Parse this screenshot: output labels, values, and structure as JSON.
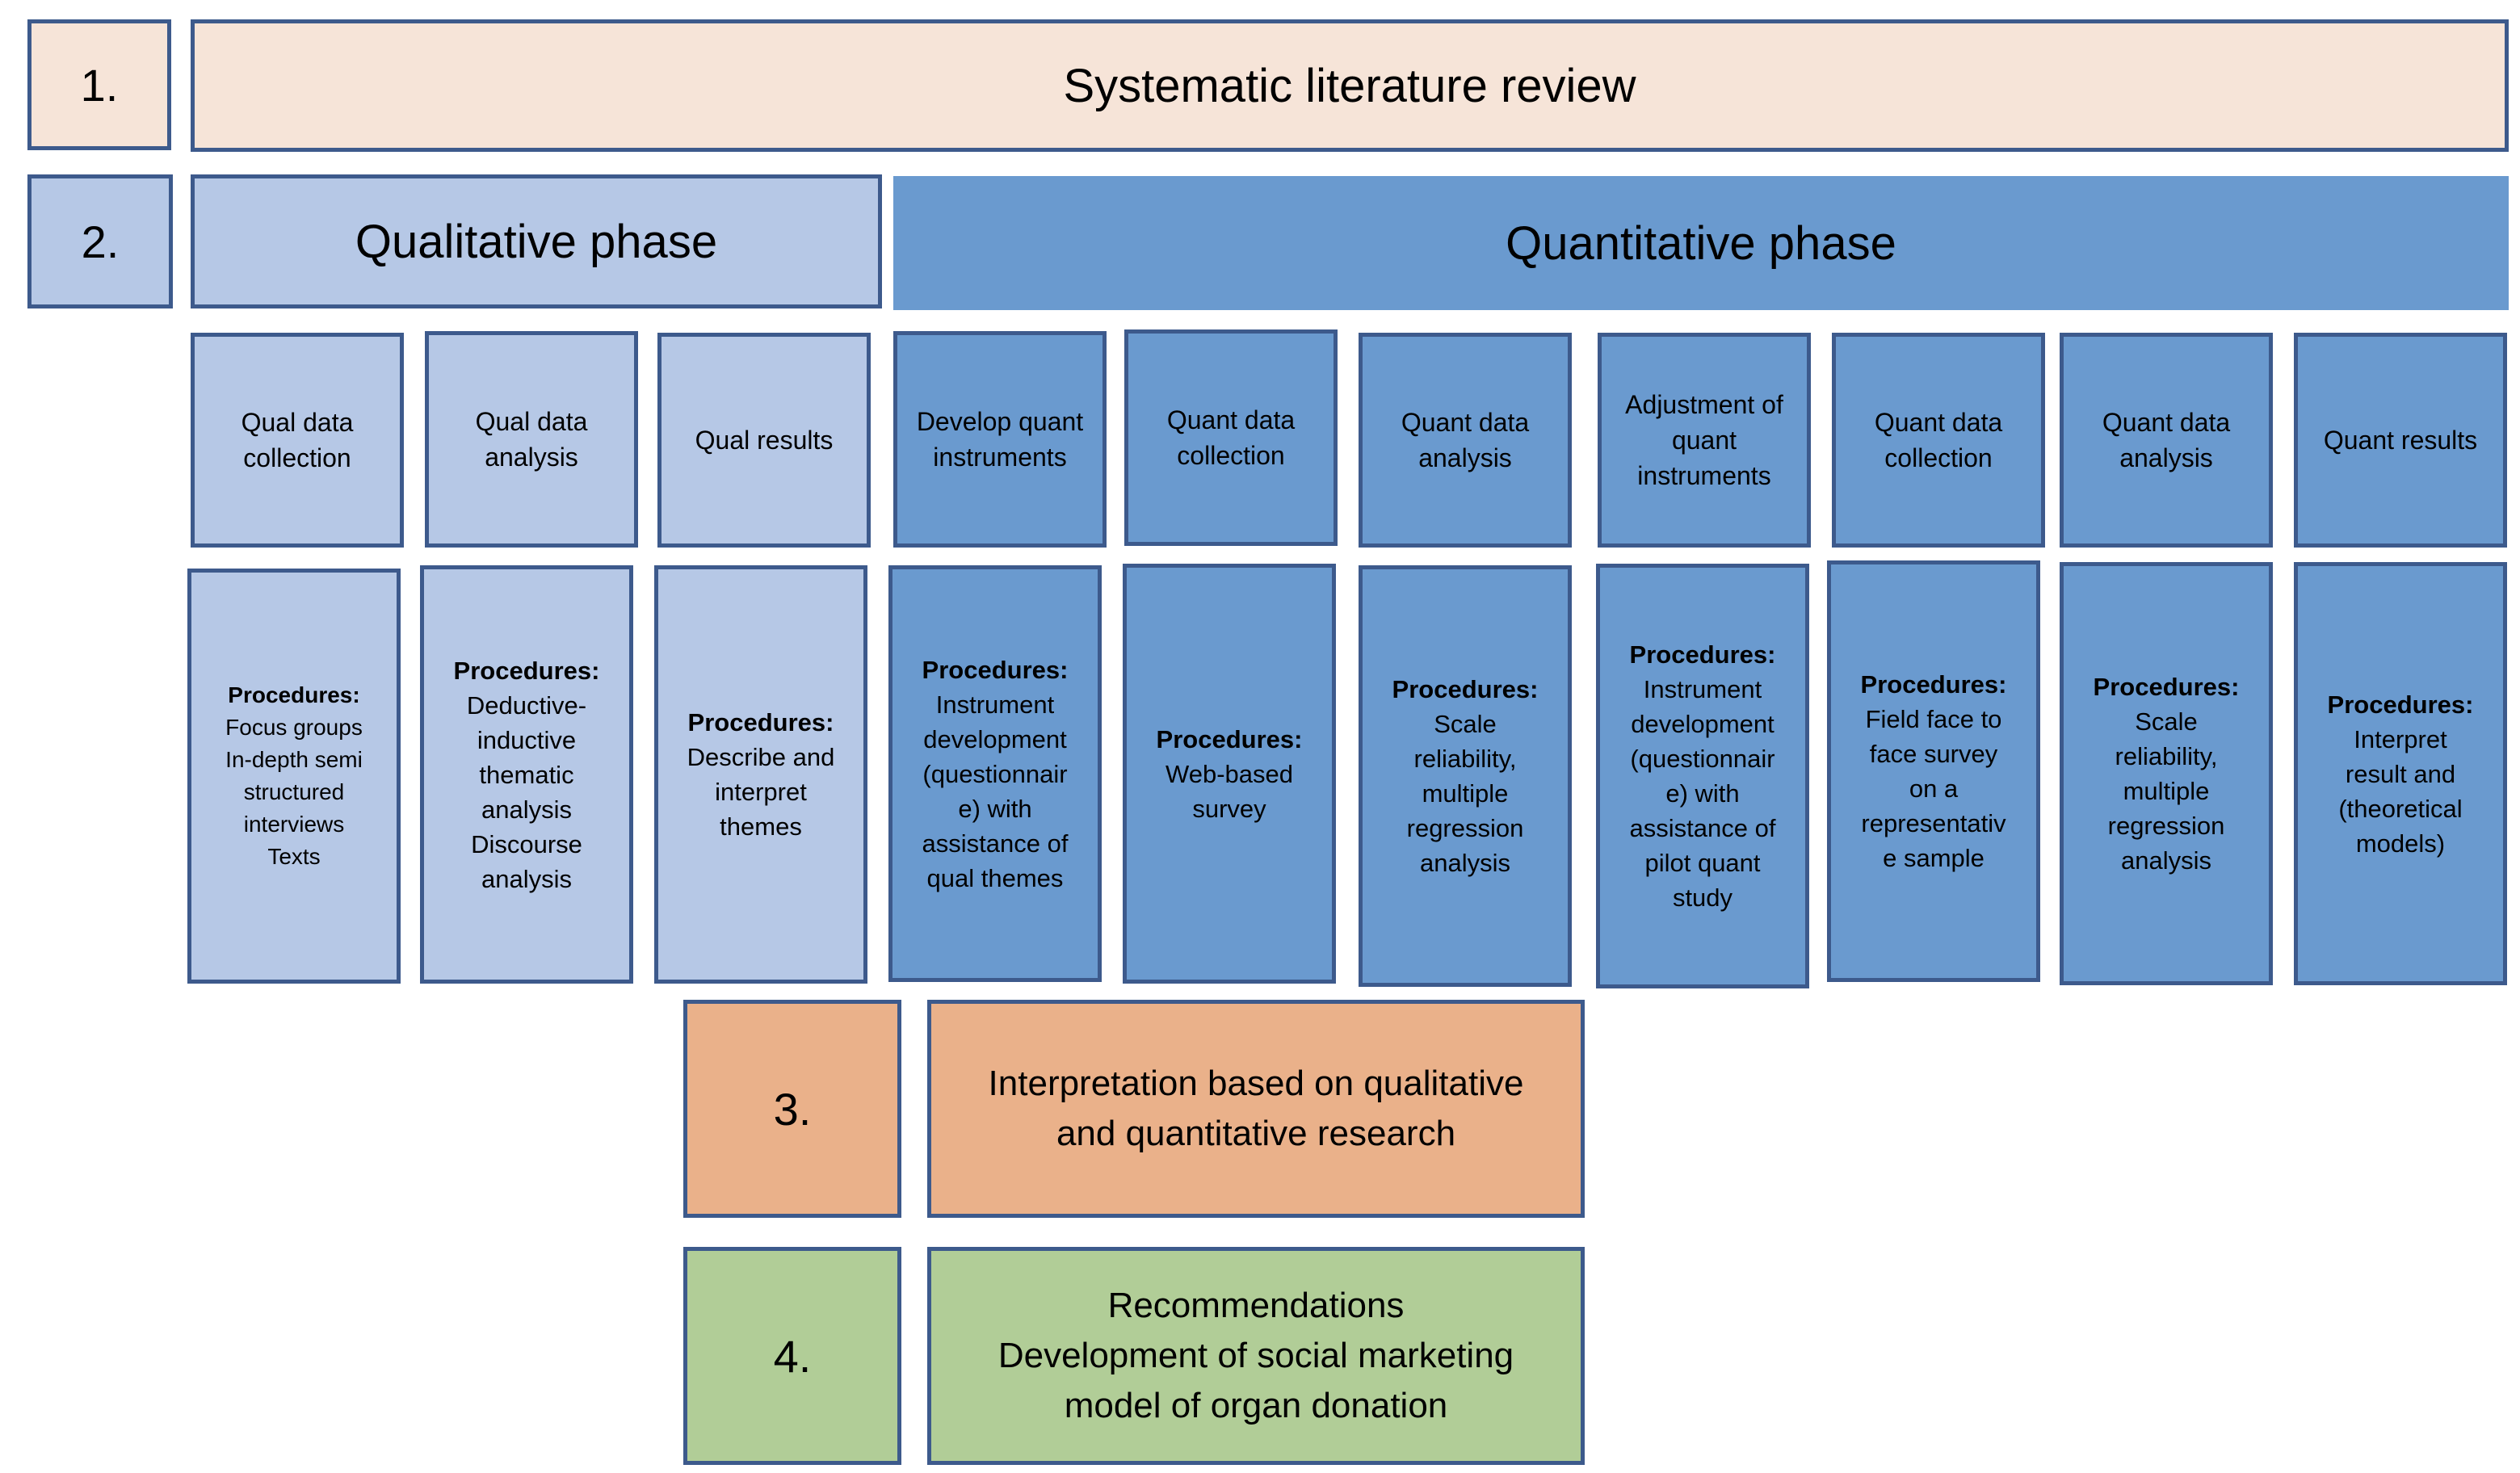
{
  "steps": [
    {
      "number": "1.",
      "title": "Systematic literature review",
      "color": "#F6E4D8"
    },
    {
      "number": "2.",
      "qual_title": "Qualitative phase",
      "quant_title": "Quantitative phase",
      "qual_color": "#B6C8E6",
      "quant_color": "#6A9ACF"
    },
    {
      "number": "3.",
      "title": "Interpretation based on qualitative\nand quantitative research",
      "color": "#EAB18A"
    },
    {
      "number": "4.",
      "title": "Recommendations\nDevelopment of social marketing\nmodel of organ donation",
      "color": "#B1CD97"
    }
  ],
  "phase_steps": [
    {
      "phase": "qual",
      "label": "Qual data collection",
      "procedures_label": "Procedures:",
      "procedures": "Focus groups\nIn-depth semi\nstructured\ninterviews\nTexts"
    },
    {
      "phase": "qual",
      "label": "Qual data analysis",
      "procedures_label": "Procedures:",
      "procedures": "Deductive-\ninductive\nthematic\nanalysis\nDiscourse\nanalysis"
    },
    {
      "phase": "qual",
      "label": "Qual results",
      "procedures_label": "Procedures:",
      "procedures": "Describe and\ninterpret\nthemes"
    },
    {
      "phase": "quant",
      "label": "Develop quant instruments",
      "procedures_label": "Procedures:",
      "procedures": "Instrument\ndevelopment\n(questionnair\ne) with\nassistance of\nqual themes"
    },
    {
      "phase": "quant",
      "label": "Quant data collection",
      "procedures_label": "Procedures:",
      "procedures": "Web-based\nsurvey"
    },
    {
      "phase": "quant",
      "label": "Quant data analysis",
      "procedures_label": "Procedures:",
      "procedures": "Scale\nreliability,\nmultiple\nregression\nanalysis"
    },
    {
      "phase": "quant",
      "label": "Adjustment of quant instruments",
      "procedures_label": "Procedures:",
      "procedures": "Instrument\ndevelopment\n(questionnair\ne) with\nassistance of\npilot quant\nstudy"
    },
    {
      "phase": "quant",
      "label": "Quant data collection",
      "procedures_label": "Procedures:",
      "procedures": "Field face to\nface survey\non a\nrepresentativ\ne sample"
    },
    {
      "phase": "quant",
      "label": "Quant data analysis",
      "procedures_label": "Procedures:",
      "procedures": "Scale\nreliability,\nmultiple\nregression\nanalysis"
    },
    {
      "phase": "quant",
      "label": "Quant results",
      "procedures_label": "Procedures:",
      "procedures": "Interpret\nresult and\n(theoretical\nmodels)"
    }
  ],
  "colors": {
    "border": "#3D5A8C"
  }
}
